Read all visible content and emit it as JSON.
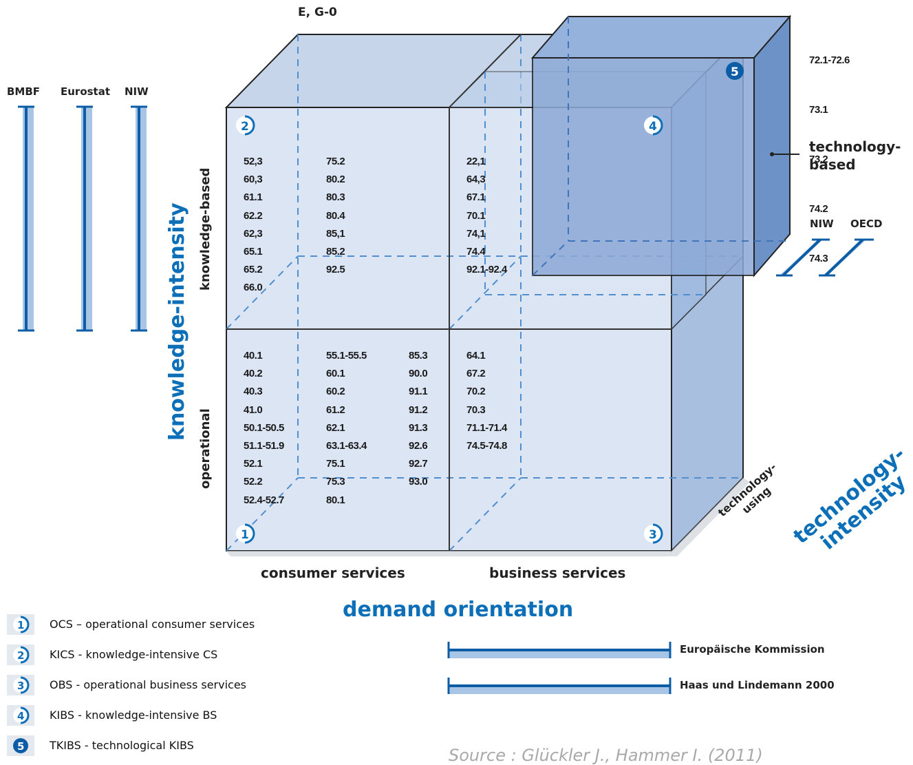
{
  "top_label": "E, G-0",
  "left_sources": [
    "BMBF",
    "Eurostat",
    "NIW"
  ],
  "right_sources": [
    "NIW",
    "OECD"
  ],
  "nace_top_right": [
    "72.1-72.6",
    "73.1",
    "73.2",
    "74.2",
    "74.3"
  ],
  "technology_based": [
    "technology-",
    "based"
  ],
  "knowledge_intensity": "knowledge-intensity",
  "knowledge_based": "knowledge-based",
  "operational": "operational",
  "technology_using": [
    "technology-",
    "using"
  ],
  "technology_intensity": [
    "technology-",
    "intensity"
  ],
  "consumer_services": "consumer services",
  "business_services": "business services",
  "demand_orientation": "demand orientation",
  "cell_numbers": {
    "c1": "1",
    "c2": "2",
    "c3": "3",
    "c4": "4",
    "c5": "5"
  },
  "codes": {
    "kics_col1": "52,3\n60,3\n61.1\n62.2\n62,3\n65.1\n65.2\n66.0",
    "kics_col2": "75.2\n80.2\n80.3\n80.4\n85,1\n85.2\n92.5",
    "kibs_col": "22,1\n64,3\n67.1\n70.1\n74,1\n74.4\n92.1-92.4",
    "ocs_col1": "40.1\n40.2\n40.3\n41.0\n50.1-50.5\n51.1-51.9\n52.1\n52.2\n52.4-52.7",
    "ocs_col2": "55.1-55.5\n60.1\n60.2\n61.2\n62.1\n63.1-63.4\n75.1\n75.3\n80.1",
    "ocs_col3": "85.3\n90.0\n91.1\n91.2\n91.3\n92.6\n92.7\n93.0",
    "obs_col": "64.1\n67.2\n70.2\n70.3\n71.1-71.4\n74.5-74.8"
  },
  "right_bars": [
    "Europäische Kommission",
    "Haas und Lindemann 2000"
  ],
  "legend": [
    {
      "num": "1",
      "text": "OCS – operational consumer services"
    },
    {
      "num": "2",
      "text": "KICS - knowledge-intensive CS"
    },
    {
      "num": "3",
      "text": "OBS -  operational  business services"
    },
    {
      "num": "4",
      "text": "KIBS - knowledge-intensive BS"
    },
    {
      "num": "5",
      "text": "TKIBS - technological KIBS"
    }
  ],
  "source": "Source : Glückler J., Hammer I. (2011)",
  "colors": {
    "accent": "#0c6fb8",
    "face_front": "#dde5f2",
    "face_top": "#c4d4ea",
    "face_side": "#a9c0e0",
    "cube5": "#8aaad6",
    "line": "#3a7cc0"
  }
}
